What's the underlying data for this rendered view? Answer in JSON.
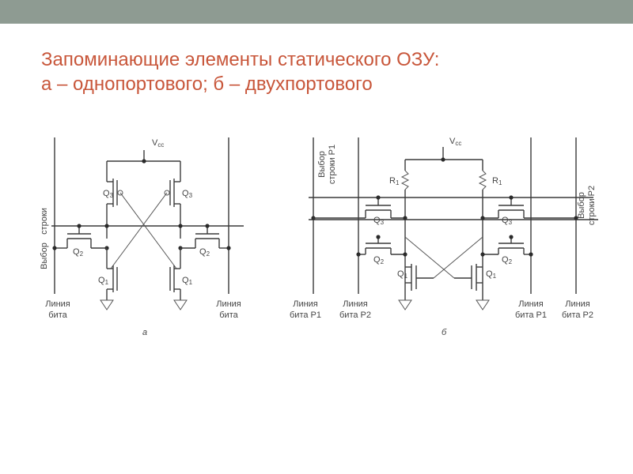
{
  "title": {
    "line1": "Запоминающие элементы статического ОЗУ:",
    "line2": "а – однопортового; б – двухпортового"
  },
  "diagram_a": {
    "vcc": "V",
    "vcc_sub": "cc",
    "word_line_top": "строки",
    "word_line_bottom": "Выбор",
    "q3": "Q",
    "q3_sub": "3",
    "q2": "Q",
    "q2_sub": "2",
    "q1": "Q",
    "q1_sub": "1",
    "bit_left": [
      "Линия",
      "бита"
    ],
    "bit_right": [
      "Линия",
      "бита"
    ],
    "caption": "а"
  },
  "diagram_b": {
    "vcc": "V",
    "vcc_sub": "cc",
    "r1": "R",
    "r1_sub": "1",
    "q3": "Q",
    "q3_sub": "3",
    "q2": "Q",
    "q2_sub": "2",
    "q1": "Q",
    "q1_sub": "1",
    "row_p1": [
      "Выбор",
      "строки P1"
    ],
    "row_p2": [
      "Выбор",
      "строки P2"
    ],
    "bit_p1_left": [
      "Линия",
      "бита P1"
    ],
    "bit_p2_left": [
      "Линия",
      "бита P2"
    ],
    "bit_p1_right": [
      "Линия",
      "бита P1"
    ],
    "bit_p2_right": [
      "Линия",
      "бита P2"
    ],
    "caption": "б"
  }
}
